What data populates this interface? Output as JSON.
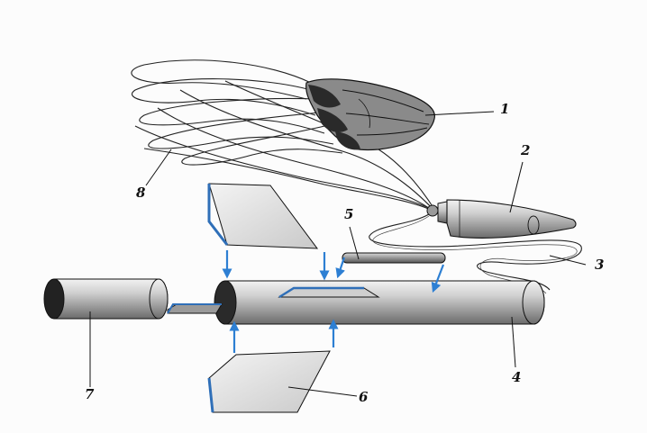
{
  "diagram": {
    "callouts": [
      {
        "id": "1",
        "label": "1"
      },
      {
        "id": "2",
        "label": "2"
      },
      {
        "id": "3",
        "label": "3"
      },
      {
        "id": "4",
        "label": "4"
      },
      {
        "id": "5",
        "label": "5"
      },
      {
        "id": "6",
        "label": "6"
      },
      {
        "id": "7",
        "label": "7"
      },
      {
        "id": "8",
        "label": "8"
      }
    ],
    "colors": {
      "outline": "#111111",
      "arrow": "#2d7fd3",
      "fin_edge": "#2f6fb8",
      "page": "#fcfcfc"
    },
    "icons": {
      "arrow": "up-down-arrow-icon"
    }
  }
}
